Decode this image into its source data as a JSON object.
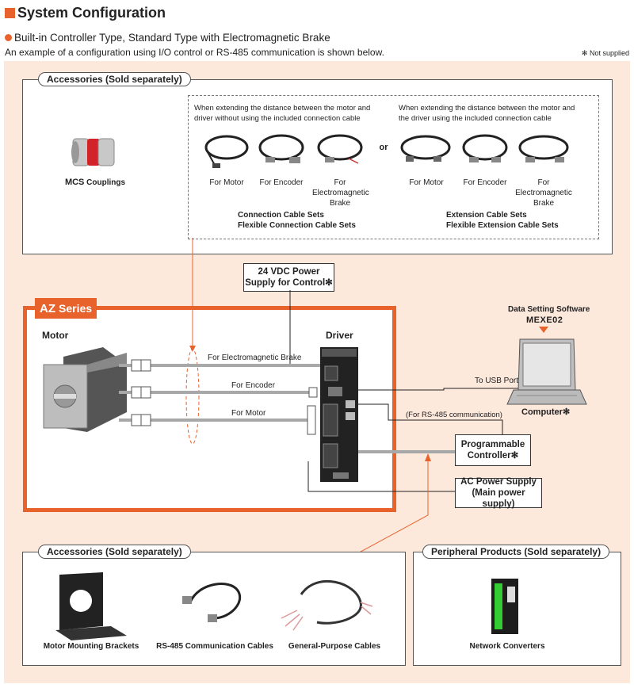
{
  "title": "System Configuration",
  "subtitle": "Built-in Controller Type, Standard Type with Electromagnetic Brake",
  "description": "An example of a configuration using I/O control or RS-485 communication is shown below.",
  "not_supplied_note": "✻ Not supplied",
  "top_accessories": {
    "tag": "Accessories (Sold separately)",
    "couplings_prefix": "MCS",
    "couplings_label": "Couplings",
    "left_group": {
      "heading": "When extending the distance between the motor and driver without using the included connection cable",
      "items": [
        "For Motor",
        "For Encoder",
        "For Electromagnetic Brake"
      ],
      "set_line1": "Connection Cable Sets",
      "set_line2": "Flexible Connection Cable Sets"
    },
    "or": "or",
    "right_group": {
      "heading": "When extending the distance between the motor and the driver using the included connection cable",
      "items": [
        "For Motor",
        "For Encoder",
        "For Electromagnetic Brake"
      ],
      "set_line1": "Extension Cable Sets",
      "set_line2": "Flexible Extension Cable Sets"
    }
  },
  "power_control": "24 VDC Power Supply for Control✻",
  "az_series": {
    "prefix": "AZ",
    "suffix": "Series"
  },
  "motor_label": "Motor",
  "driver_label": "Driver",
  "cable_labels": {
    "brake": "For Electromagnetic Brake",
    "encoder": "For Encoder",
    "motor": "For Motor"
  },
  "software": {
    "label": "Data Setting Software",
    "name": "MEXE02"
  },
  "usb_label": "To USB Port",
  "computer_label": "Computer✻",
  "rs485_label": "(For RS-485 communication)",
  "plc_label": "Programmable Controller✻",
  "ac_power_line1": "AC Power Supply",
  "ac_power_line2": "(Main power supply)",
  "bottom_accessories": {
    "tag": "Accessories (Sold separately)",
    "items": [
      "Motor Mounting Brackets",
      "RS-485 Communication Cables",
      "General-Purpose Cables"
    ]
  },
  "peripheral": {
    "tag": "Peripheral Products (Sold separately)",
    "items": [
      "Network Converters"
    ]
  },
  "colors": {
    "accent": "#e8632c",
    "background": "#fde8dc",
    "cable": "#999999"
  }
}
